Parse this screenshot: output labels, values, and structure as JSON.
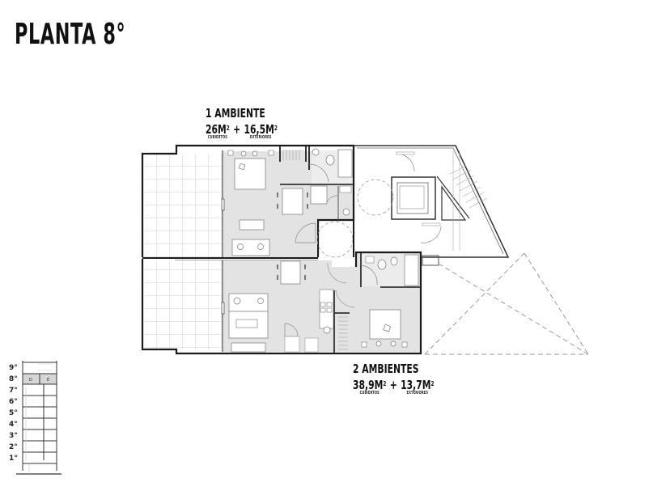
{
  "title": "PLANTA 8°",
  "units": [
    {
      "name": "1 AMBIENTE",
      "covered_area": "26M",
      "covered_label": "CUBIERTOS",
      "plus": "+",
      "exterior_area": "16,5M",
      "exterior_label": "EXTERIORES",
      "unit_sup": "2"
    },
    {
      "name": "2 AMBIENTES",
      "covered_area": "38,9M",
      "covered_label": "CUBIERTOS",
      "plus": "+",
      "exterior_area": "13,7M",
      "exterior_label": "EXTERIORES",
      "unit_sup": "2"
    }
  ],
  "building_key": {
    "floors": [
      "9°",
      "8°",
      "7°",
      "6°",
      "5°",
      "4°",
      "3°",
      "2°",
      "1°"
    ],
    "highlighted_floor": "8°",
    "unit_tags": [
      "D",
      "E"
    ]
  },
  "colors": {
    "wall": "#1a1a1a",
    "interior_fill": "#e3e3e3",
    "terrace_grid": "#bdbdbd",
    "highlight_fill": "#d6d6d6",
    "dashed": "#9a9a9a"
  }
}
